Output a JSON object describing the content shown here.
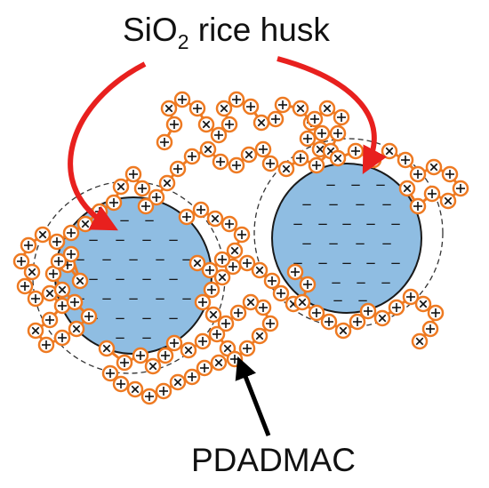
{
  "labels": {
    "top_main": "SiO",
    "top_sub": "2",
    "top_rest": " rice husk",
    "bottom": "PDADMAC"
  },
  "charge_signs": {
    "particle": "−",
    "polymer_plus": "+",
    "polymer_cross": "×"
  },
  "colors": {
    "particle_fill": "#8fbde2",
    "particle_stroke": "#1a1a1a",
    "chain_orange": "#ee7a22",
    "arrow_red": "#e8201e",
    "pointer_black": "#000000",
    "dashed": "#333333"
  }
}
